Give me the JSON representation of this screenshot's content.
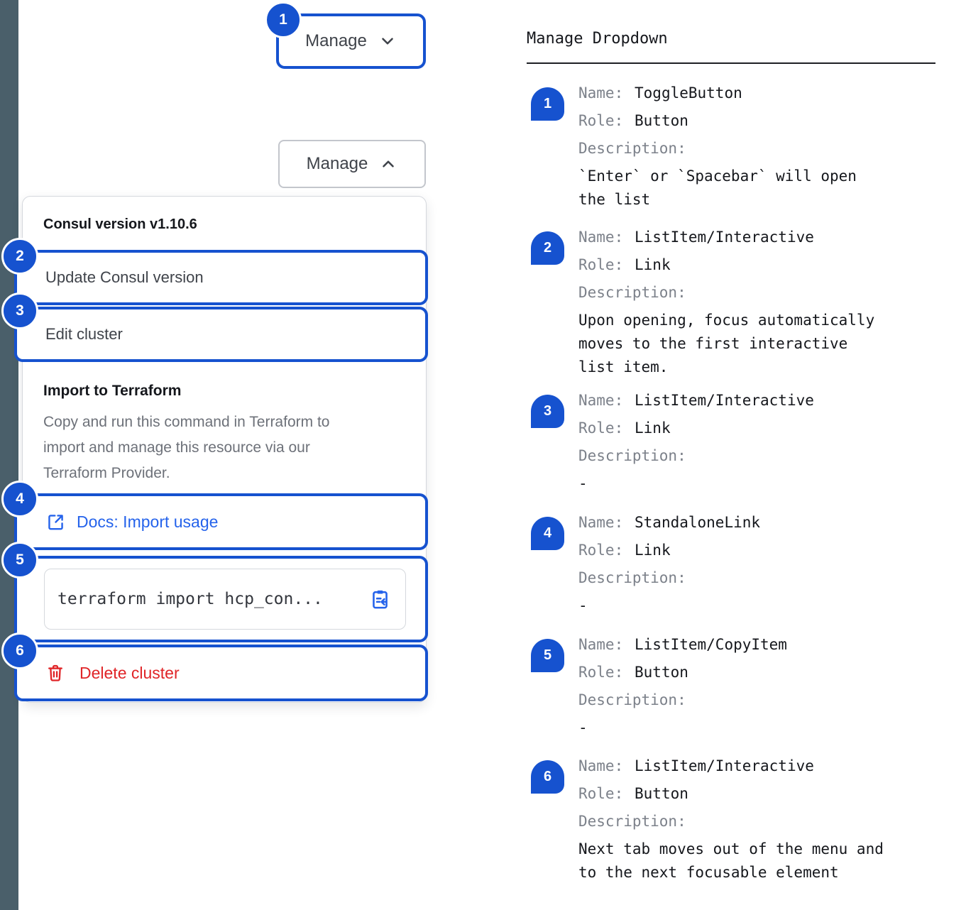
{
  "colors": {
    "badge_blue": "#1652cf",
    "outline_blue": "#1652cf",
    "link_blue": "#2563eb",
    "danger_red": "#e02528",
    "rail_gray": "#4a5f6a",
    "text_dark": "#15171c",
    "text_body": "#3f434a",
    "text_muted": "#6d7179",
    "label_gray": "#7c818a",
    "border_gray": "#d5d8dd"
  },
  "left": {
    "toggle_collapsed": {
      "badge": "1",
      "label": "Manage"
    },
    "toggle_expanded": {
      "label": "Manage"
    },
    "dropdown": {
      "version_header": "Consul version v1.10.6",
      "update_item": {
        "badge": "2",
        "label": "Update Consul version"
      },
      "edit_item": {
        "badge": "3",
        "label": "Edit cluster"
      },
      "terraform": {
        "title": "Import to Terraform",
        "description": "Copy and run this command in Terraform to import and manage this resource via our Terraform Provider.",
        "docs_link": {
          "badge": "4",
          "label": "Docs: Import usage"
        },
        "copy_field": {
          "badge": "5",
          "command": "terraform import hcp_con..."
        },
        "delete_item": {
          "badge": "6",
          "label": "Delete cluster"
        }
      }
    }
  },
  "spec": {
    "title": "Manage Dropdown",
    "labels": {
      "name": "Name:",
      "role": "Role:",
      "description": "Description:"
    },
    "items": [
      {
        "num": "1",
        "name": "ToggleButton",
        "role": "Button",
        "description": "`Enter` or `Spacebar` will open the list"
      },
      {
        "num": "2",
        "name": "ListItem/Interactive",
        "role": "Link",
        "description": "Upon opening, focus automatically moves to the first interactive list item."
      },
      {
        "num": "3",
        "name": "ListItem/Interactive",
        "role": "Link",
        "description": "-"
      },
      {
        "num": "4",
        "name": "StandaloneLink",
        "role": "Link",
        "description": "-"
      },
      {
        "num": "5",
        "name": "ListItem/CopyItem",
        "role": "Button",
        "description": "-"
      },
      {
        "num": "6",
        "name": "ListItem/Interactive",
        "role": "Button",
        "description": "Next tab moves out of the menu and to the next focusable element"
      }
    ]
  }
}
